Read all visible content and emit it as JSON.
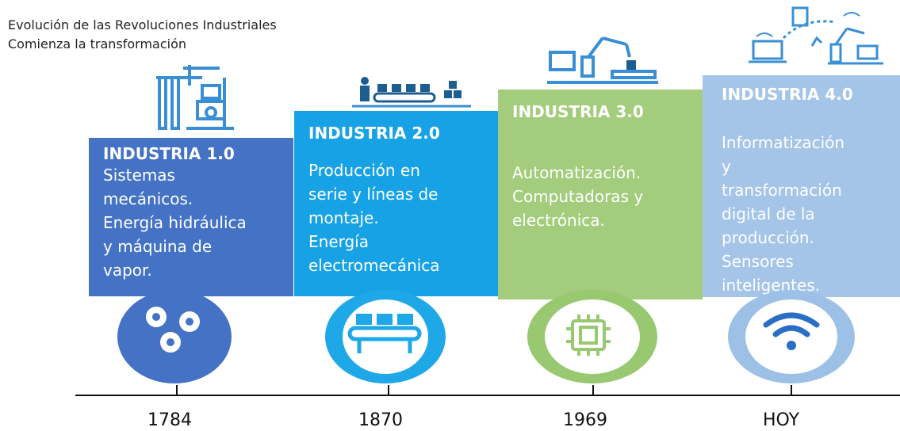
{
  "title": {
    "line1": "Evolución de las Revoluciones Industriales",
    "line2": "Comienza la transformación"
  },
  "stages": [
    {
      "heading": "INDUSTRIA 1.0",
      "text": "Sistemas\nmecánicos.\nEnergía hidráulica\ny máquina de\nvapor.",
      "year": "1784",
      "box_color": "#4472c4",
      "ring_color": "#4472c4",
      "icon": "gears-icon"
    },
    {
      "heading": "INDUSTRIA 2.0",
      "text": "Producción en\nserie y líneas de\nmontaje.\nEnergía\nelectromecánica",
      "year": "1870",
      "box_color": "#17a2e6",
      "ring_color": "#1ea8e8",
      "icon": "conveyor-icon"
    },
    {
      "heading": "INDUSTRIA 3.0",
      "text": "Automatización.\nComputadoras y\nelectrónica.",
      "year": "1969",
      "box_color": "#a3cc7c",
      "ring_color": "#98c870",
      "icon": "chip-icon"
    },
    {
      "heading": "INDUSTRIA 4.0",
      "text": "Informatización\ny\ntransformación\ndigital de la\nproducción.\nSensores\ninteligentes.",
      "year": "HOY",
      "box_color": "#a4c4e8",
      "ring_color": "#9dc1e6",
      "icon": "wifi-icon"
    }
  ]
}
